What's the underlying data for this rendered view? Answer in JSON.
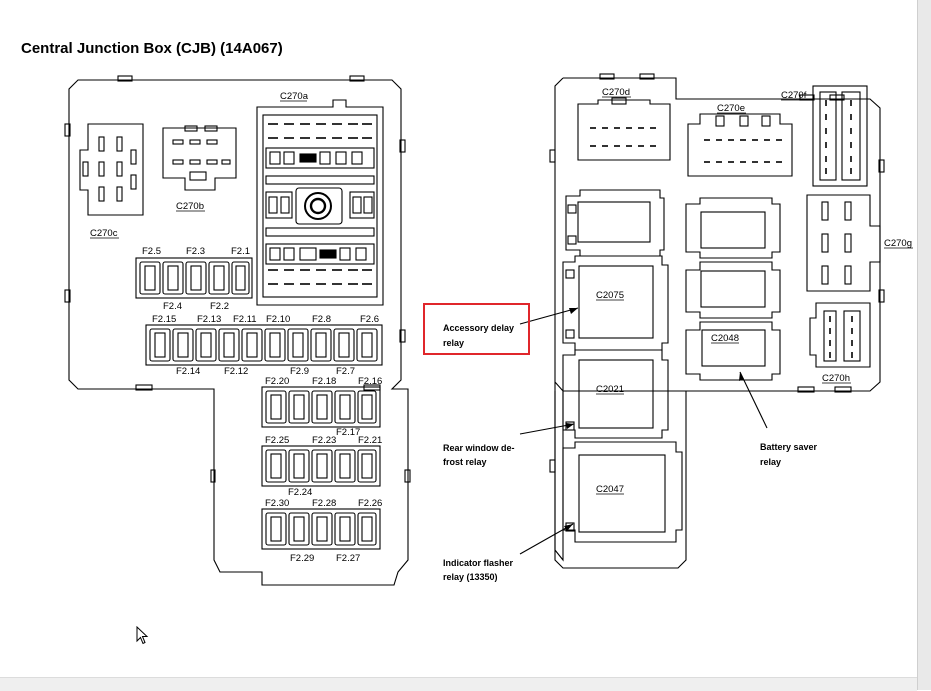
{
  "title": "Central Junction Box (CJB) (14A067)",
  "left_box": {
    "connectors": {
      "c270a": "C270a",
      "c270b": "C270b",
      "c270c": "C270c"
    },
    "fuse_row1": {
      "top_labels": [
        "F2.5",
        "F2.3",
        "F2.1"
      ],
      "bottom_labels": [
        "F2.4",
        "F2.2"
      ]
    },
    "fuse_row2": {
      "top_labels": [
        "F2.15",
        "F2.13",
        "F2.11",
        "F2.10",
        "F2.8",
        "F2.6"
      ],
      "bottom_labels": [
        "F2.14",
        "F2.12",
        "F2.9",
        "F2.7"
      ]
    },
    "fuse_block3": {
      "top_labels": [
        "F2.20",
        "F2.18",
        "F2.16"
      ],
      "bottom_labels": [
        "F2.17"
      ]
    },
    "fuse_block4": {
      "top_labels": [
        "F2.25",
        "F2.23",
        "F2.21"
      ],
      "bottom_labels": [
        "F2.24"
      ]
    },
    "fuse_block5": {
      "top_labels": [
        "F2.30",
        "F2.28",
        "F2.26"
      ],
      "bottom_labels": [
        "F2.29",
        "F2.27"
      ]
    }
  },
  "right_box": {
    "connectors": {
      "c270d": "C270d",
      "c270e": "C270e",
      "c270f": "C270f",
      "c270g": "C270g",
      "c270h": "C270h"
    },
    "relays": {
      "r2075": "C2075",
      "r2021": "C2021",
      "r2047": "C2047",
      "r2048": "C2048"
    }
  },
  "callouts": {
    "accessory_delay": [
      "Accessory delay",
      "relay"
    ],
    "rear_window": [
      "Rear window de-",
      "frost relay"
    ],
    "indicator_flasher": [
      "Indicator flasher",
      "relay (13350)"
    ],
    "battery_saver": [
      "Battery saver",
      "relay"
    ]
  },
  "colors": {
    "highlight": "#e0262b",
    "line": "#000000"
  }
}
